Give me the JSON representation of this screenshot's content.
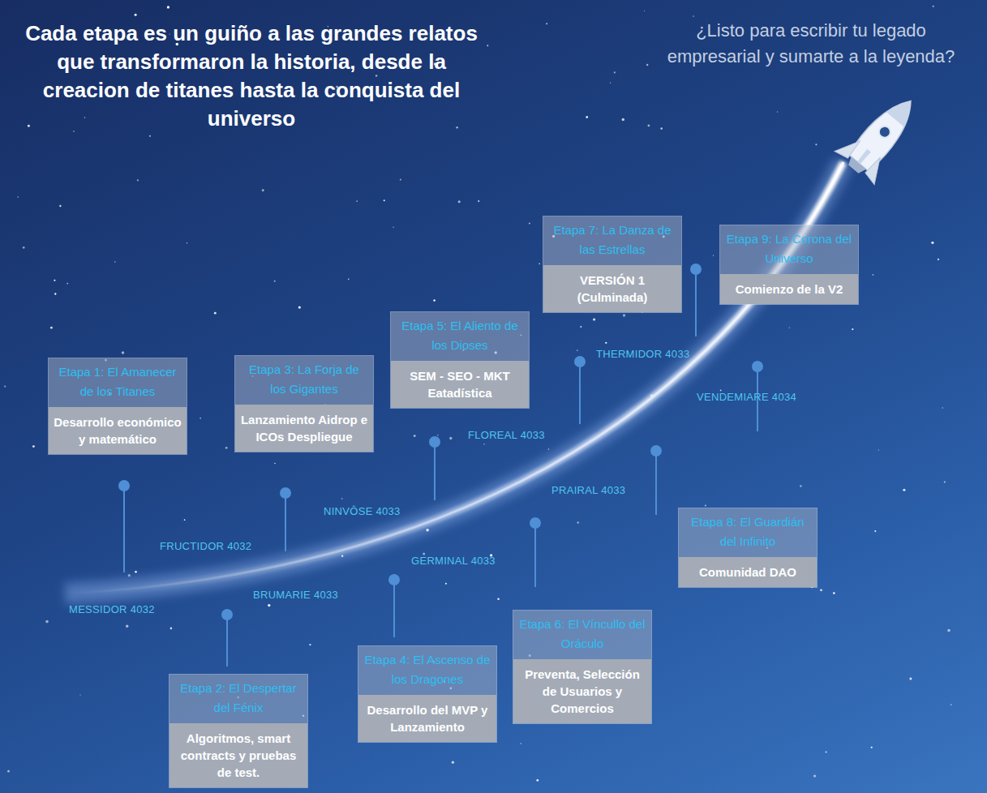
{
  "diagram": {
    "title": "Cada etapa es un guiño a las grandes relatos que transformaron la historia, desde la creacion de titanes hasta la conquista del universo",
    "nodes": [
      {
        "text": [
          "Etapa 1: El Amanecer de los Titanes",
          "Desarrollo económico y matemático"
        ]
      },
      {
        "text": [
          "Etapa 2: El Despertar del Fénix",
          "Algoritmos, smart contracts y pruebas de test."
        ]
      },
      {
        "text": [
          "Etapa 3: La Forja de los Gigantes",
          "Lanzamiento Aidrop e ICOs Despliegue"
        ]
      },
      {
        "text": [
          "Etapa 4: El Ascenso de los Dragones",
          "Desarrollo del MVP y Lanzamiento"
        ]
      },
      {
        "text": [
          "Etapa 5: El Aliento de los Dioses",
          "SEM - SEO - MKT Eatadística"
        ]
      },
      {
        "text": [
          "Etapa 6: El Víncullo del Oráculo",
          "Preventa, Selección de Usuarios y Comercios"
        ]
      },
      {
        "text": [
          "Etapa 7: La Danza de las Estrellas",
          "VERSIÓN 1 (Culminada)"
        ]
      },
      {
        "text": [
          "Etapa 8: El Guardián del Infinito",
          "Comunidad DAO"
        ]
      },
      {
        "text": [
          "Etapa 9: La Corona del Universo",
          "Comienzo de la V2"
        ]
      }
    ],
    "labels": [
      "¿Listo para escribir tu legado empresarial y sumarte a la leyenda?",
      "MESSIDOR 4032",
      "FRUCTIDOR 4032",
      "BRUMARIE 4033",
      "NINVÔSE 4033",
      "GERMINAL 4033",
      "FLOREAL 4033",
      "PRAIRAL 4033",
      "THERMIDOR 4033",
      "VENDEMIARE 4034"
    ]
  }
}
